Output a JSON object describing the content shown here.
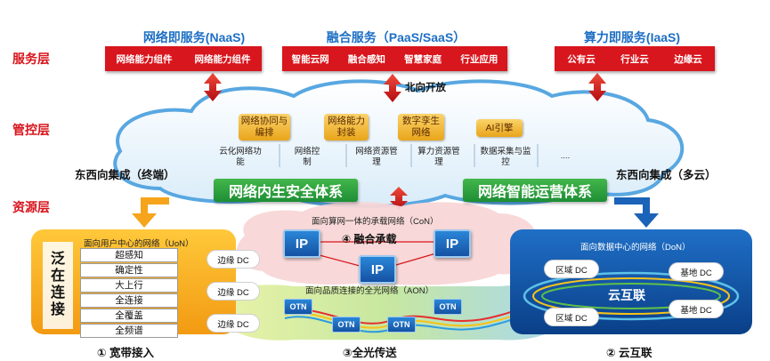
{
  "layers": {
    "service": "服务层",
    "control": "管控层",
    "resource": "资源层"
  },
  "services": {
    "naas": {
      "title": "网络即服务(NaaS)",
      "items": [
        "网络能力组件",
        "网络能力组件"
      ]
    },
    "paas": {
      "title": "融合服务（PaaS/SaaS）",
      "items": [
        "智能云网",
        "融合感知",
        "智慧家庭",
        "行业应用"
      ]
    },
    "iaas": {
      "title": "算力即服务(IaaS)",
      "items": [
        "公有云",
        "行业云",
        "边缘云"
      ]
    }
  },
  "north_open": "北向开放",
  "control": {
    "tags": [
      "网络协同与编排",
      "网络能力封装",
      "数字孪生网络",
      "AI引擎"
    ],
    "functions": [
      "云化网络功能",
      "网络控制",
      "网络资源管理",
      "算力资源管理",
      "数据采集与监控",
      "...."
    ]
  },
  "east_west_left": "东西向集成（终端）",
  "east_west_right": "东西向集成（多云）",
  "security_system": "网络内生安全体系",
  "ops_system": "网络智能运营体系",
  "con": {
    "title": "面向算网一体的承载网络（CoN）",
    "label": "④ 融合承载",
    "ip": "IP"
  },
  "aon": {
    "title": "面向品质连接的全光网络（AON）",
    "otn": "OTN"
  },
  "uon": {
    "title": "面向用户中心的网络（UoN）",
    "side": "泛在连接",
    "rows": [
      "超感知",
      "确定性",
      "大上行",
      "全连接",
      "全覆盖",
      "全频谱"
    ],
    "edge_dc": "边缘 DC"
  },
  "don": {
    "title": "面向数据中心的网络（DoN）",
    "region_dc": "区域 DC",
    "base_dc": "基地 DC",
    "center": "云互联"
  },
  "bottom": {
    "left": "① 宽带接入",
    "middle": "③全光传送",
    "right": "② 云互联"
  },
  "colors": {
    "red": "#d8161d",
    "blue_title": "#1d6fc4",
    "green": "#2aa23f",
    "orange": "#f6a41b",
    "don_blue": "#0d4fa0"
  }
}
